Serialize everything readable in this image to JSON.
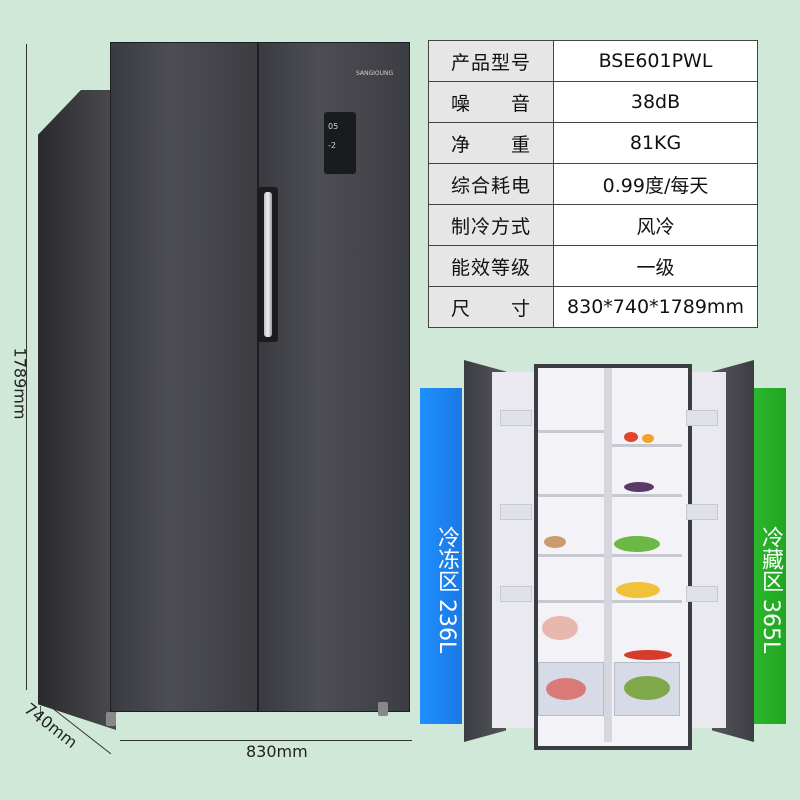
{
  "specs": [
    {
      "key": "产品型号",
      "value": "BSE601PWL"
    },
    {
      "key": "噪　　音",
      "value": "38dB"
    },
    {
      "key": "净　　重",
      "value": "81KG"
    },
    {
      "key": "综合耗电",
      "value": "0.99度/每天"
    },
    {
      "key": "制冷方式",
      "value": "风冷"
    },
    {
      "key": "能效等级",
      "value": "一级"
    },
    {
      "key": "尺　　寸",
      "value": "830*740*1789mm"
    }
  ],
  "dimensions": {
    "height": "1789mm",
    "depth": "740mm",
    "width": "830mm"
  },
  "zones": {
    "freezer": "冷冻区 236L",
    "fridge": "冷藏区 365L"
  },
  "brand_logo": "SANGIOUNG",
  "display_readings": [
    "05",
    "-2"
  ],
  "colors": {
    "freezer_banner": "#1e90ff",
    "fridge_banner": "#2ebd2e",
    "background": "#cfe8d8"
  }
}
